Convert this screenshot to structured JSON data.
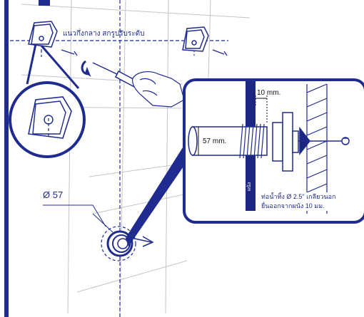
{
  "labels": {
    "centerline": "แนวกึ่งกลาง สกรูปรับระดับ",
    "diameter": "Ø 57",
    "gap": "10 mm.",
    "pipe_diameter": "57 mm.",
    "wall": "ผนัง"
  },
  "note": {
    "line1": "ท่อน้ำทิ้ง Ø 2.5\" เกลียวนอก",
    "line2": "ยื่นออกจากผนัง 10 มม."
  },
  "colors": {
    "accent": "#1f2b8f",
    "wall": "#1c2680",
    "line": "#b9b9b9"
  },
  "icons": [
    "bracket-icon",
    "screw-icon",
    "screwdriver-icon",
    "hand-icon",
    "pipe-icon",
    "flange-icon"
  ]
}
